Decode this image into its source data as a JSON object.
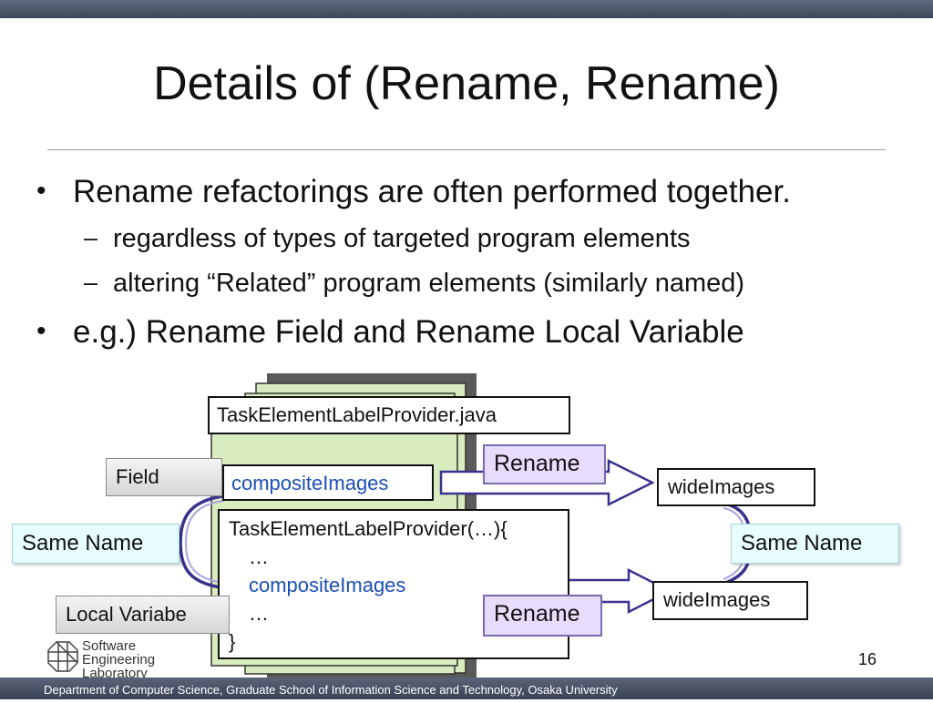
{
  "slide": {
    "title": "Details of (Rename, Rename)",
    "bullets": [
      {
        "text": "Rename refactorings are often performed together.",
        "subs": [
          "regardless of types of targeted program elements",
          "altering “Related” program elements (similarly named)"
        ]
      },
      {
        "text": "e.g.) Rename Field and Rename Local Variable"
      }
    ],
    "bullet_glyph": "•",
    "dash_glyph": "–"
  },
  "diagram": {
    "file_name": "TaskElementLabelProvider.java",
    "field_label": "Field",
    "field_name": "compositeImages",
    "code_lines": [
      "TaskElementLabelProvider(…){",
      "…",
      "compositeImages",
      "…",
      "}"
    ],
    "same_name_left": "Same Name",
    "same_name_right": "Same Name",
    "local_variable_label": "Local Variabe",
    "rename_top": "Rename",
    "rename_bottom": "Rename",
    "new_name_top": "wideImages",
    "new_name_bottom": "wideImages",
    "colors": {
      "document_stack": "#d8ecbf",
      "arrow_outline": "#3a3290",
      "link_blue": "#1c4fb5",
      "rename_fill": "#e7dcfc",
      "same_name_fill": "#e8fdff"
    }
  },
  "footer": {
    "logo_lines": [
      "Software",
      "Engineering",
      "Laboratory"
    ],
    "department": "Department of Computer Science, Graduate School of Information Science and Technology, Osaka University",
    "page_number": "16"
  }
}
